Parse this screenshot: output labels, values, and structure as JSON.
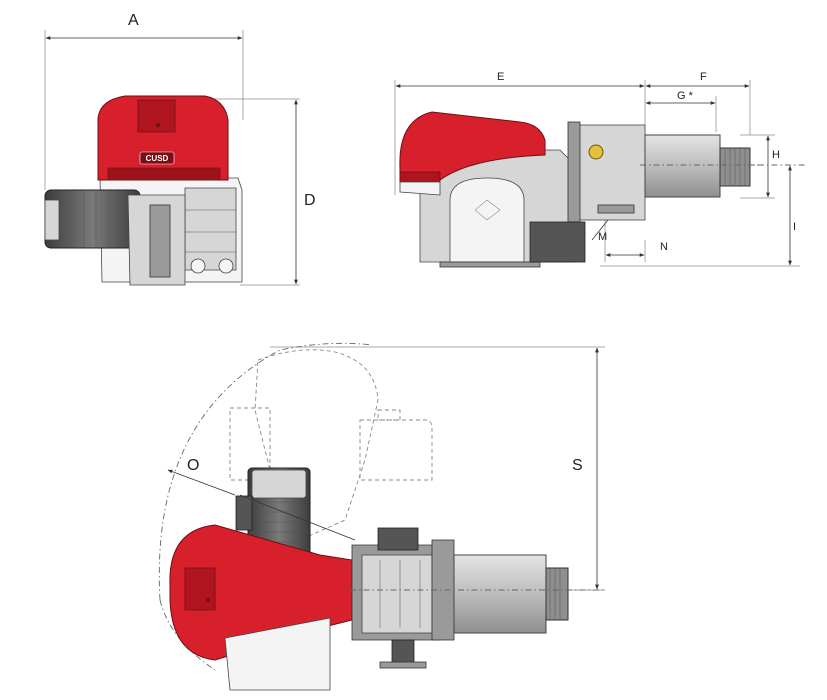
{
  "labels": {
    "A": "A",
    "D": "D",
    "E": "E",
    "F": "F",
    "G": "G *",
    "H": "H",
    "I": "I",
    "M": "M",
    "N": "N",
    "O": "O",
    "S": "S"
  },
  "brand_badge": "CUSD",
  "colors": {
    "housing_red": "#d8202c",
    "motor_gray": "#555555",
    "head_gray": "#c9c9c9"
  }
}
